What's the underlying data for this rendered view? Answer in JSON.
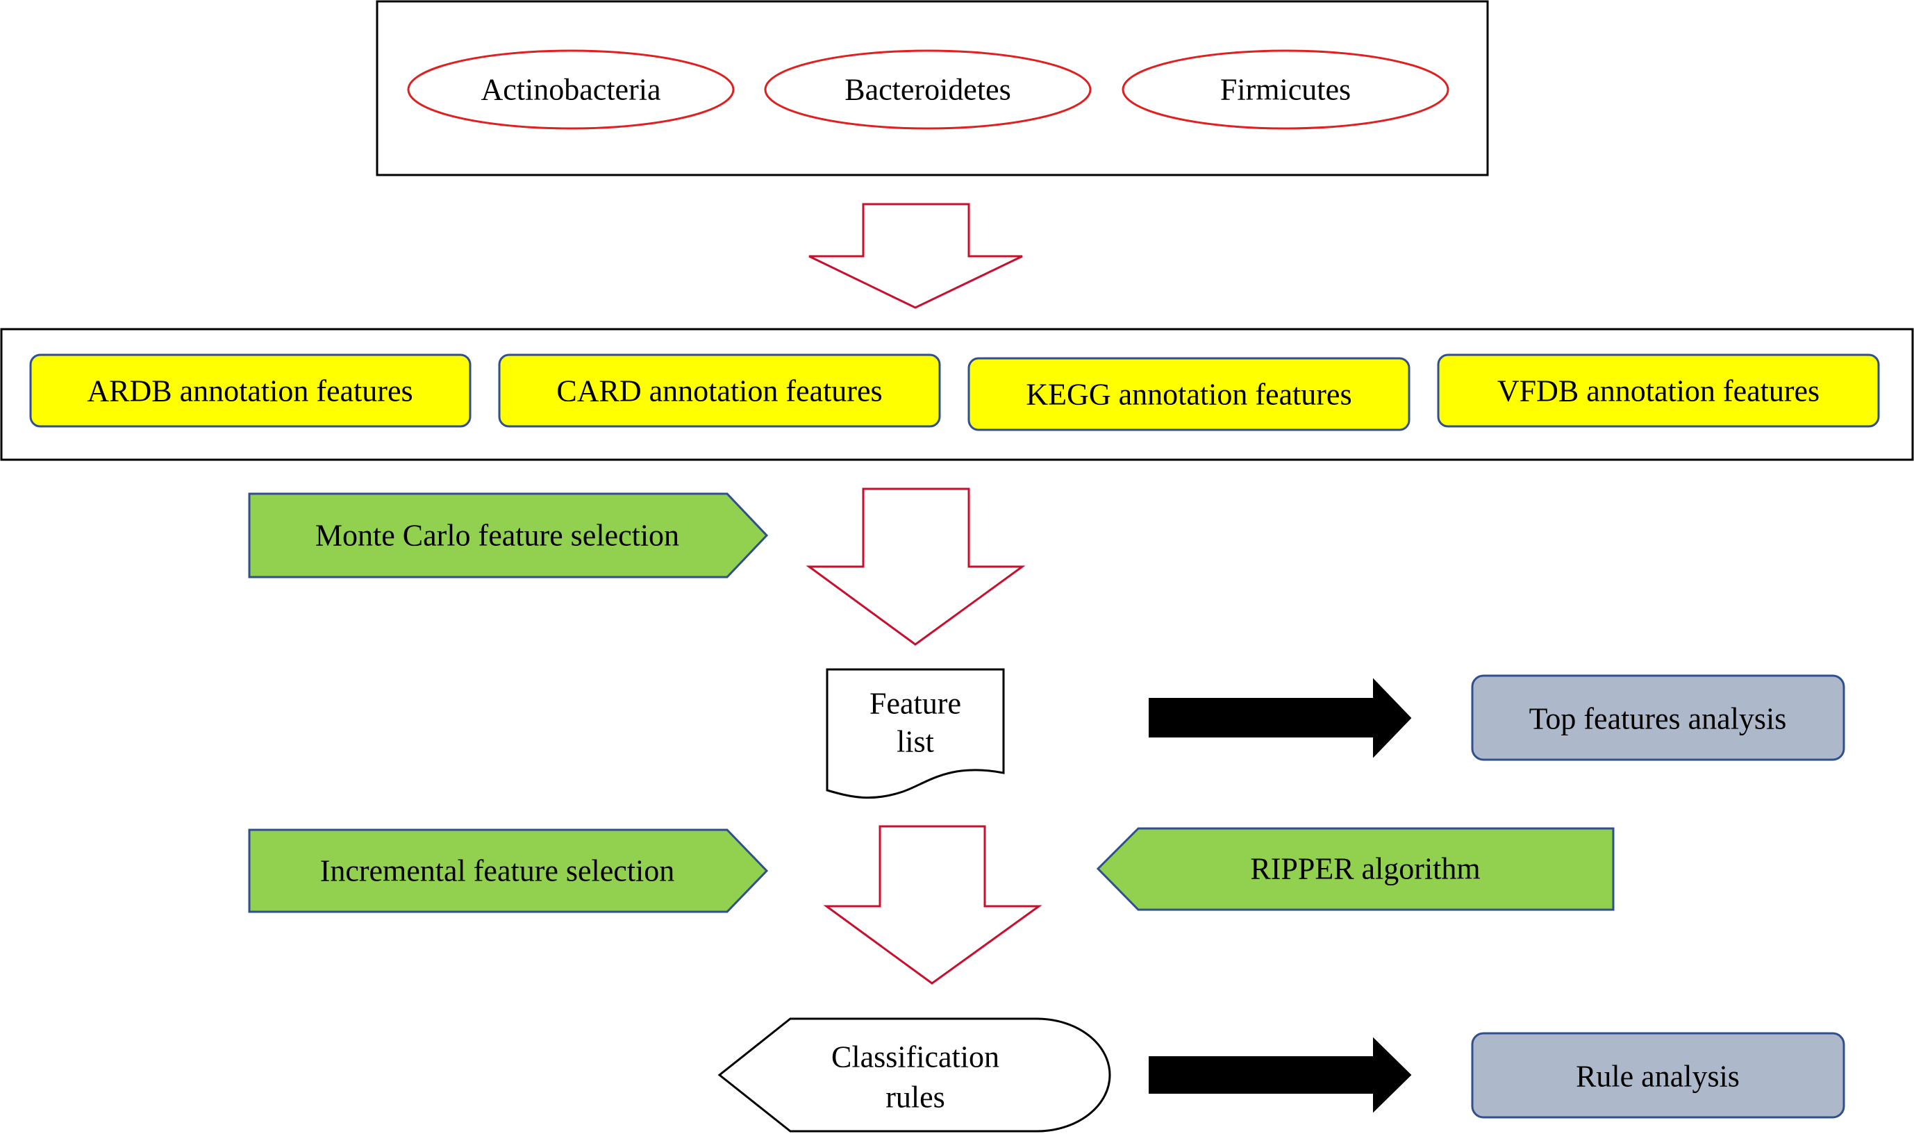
{
  "phyla": {
    "items": [
      "Actinobacteria",
      "Bacteroidetes",
      "Firmicutes"
    ]
  },
  "annotation_features": {
    "items": [
      "ARDB annotation features",
      "CARD annotation features",
      "KEGG annotation features",
      "VFDB annotation features"
    ]
  },
  "methods": {
    "monte_carlo": "Monte Carlo feature selection",
    "incremental": "Incremental feature selection",
    "ripper": "RIPPER algorithm"
  },
  "outputs": {
    "feature_list_line1": "Feature",
    "feature_list_line2": "list",
    "classification_line1": "Classification",
    "classification_line2": "rules"
  },
  "analyses": {
    "top_features": "Top features analysis",
    "rule_analysis": "Rule analysis"
  },
  "colors": {
    "ellipse_stroke": "#e01f1f",
    "arrow_stroke": "#c8102e",
    "feature_box_fill": "#ffff00",
    "feature_box_stroke": "#2f4f8f",
    "method_fill": "#92d050",
    "method_stroke": "#2f4f8f",
    "analysis_fill": "#adb9ca",
    "analysis_stroke": "#2f4f8f",
    "black_arrow": "#000000"
  }
}
